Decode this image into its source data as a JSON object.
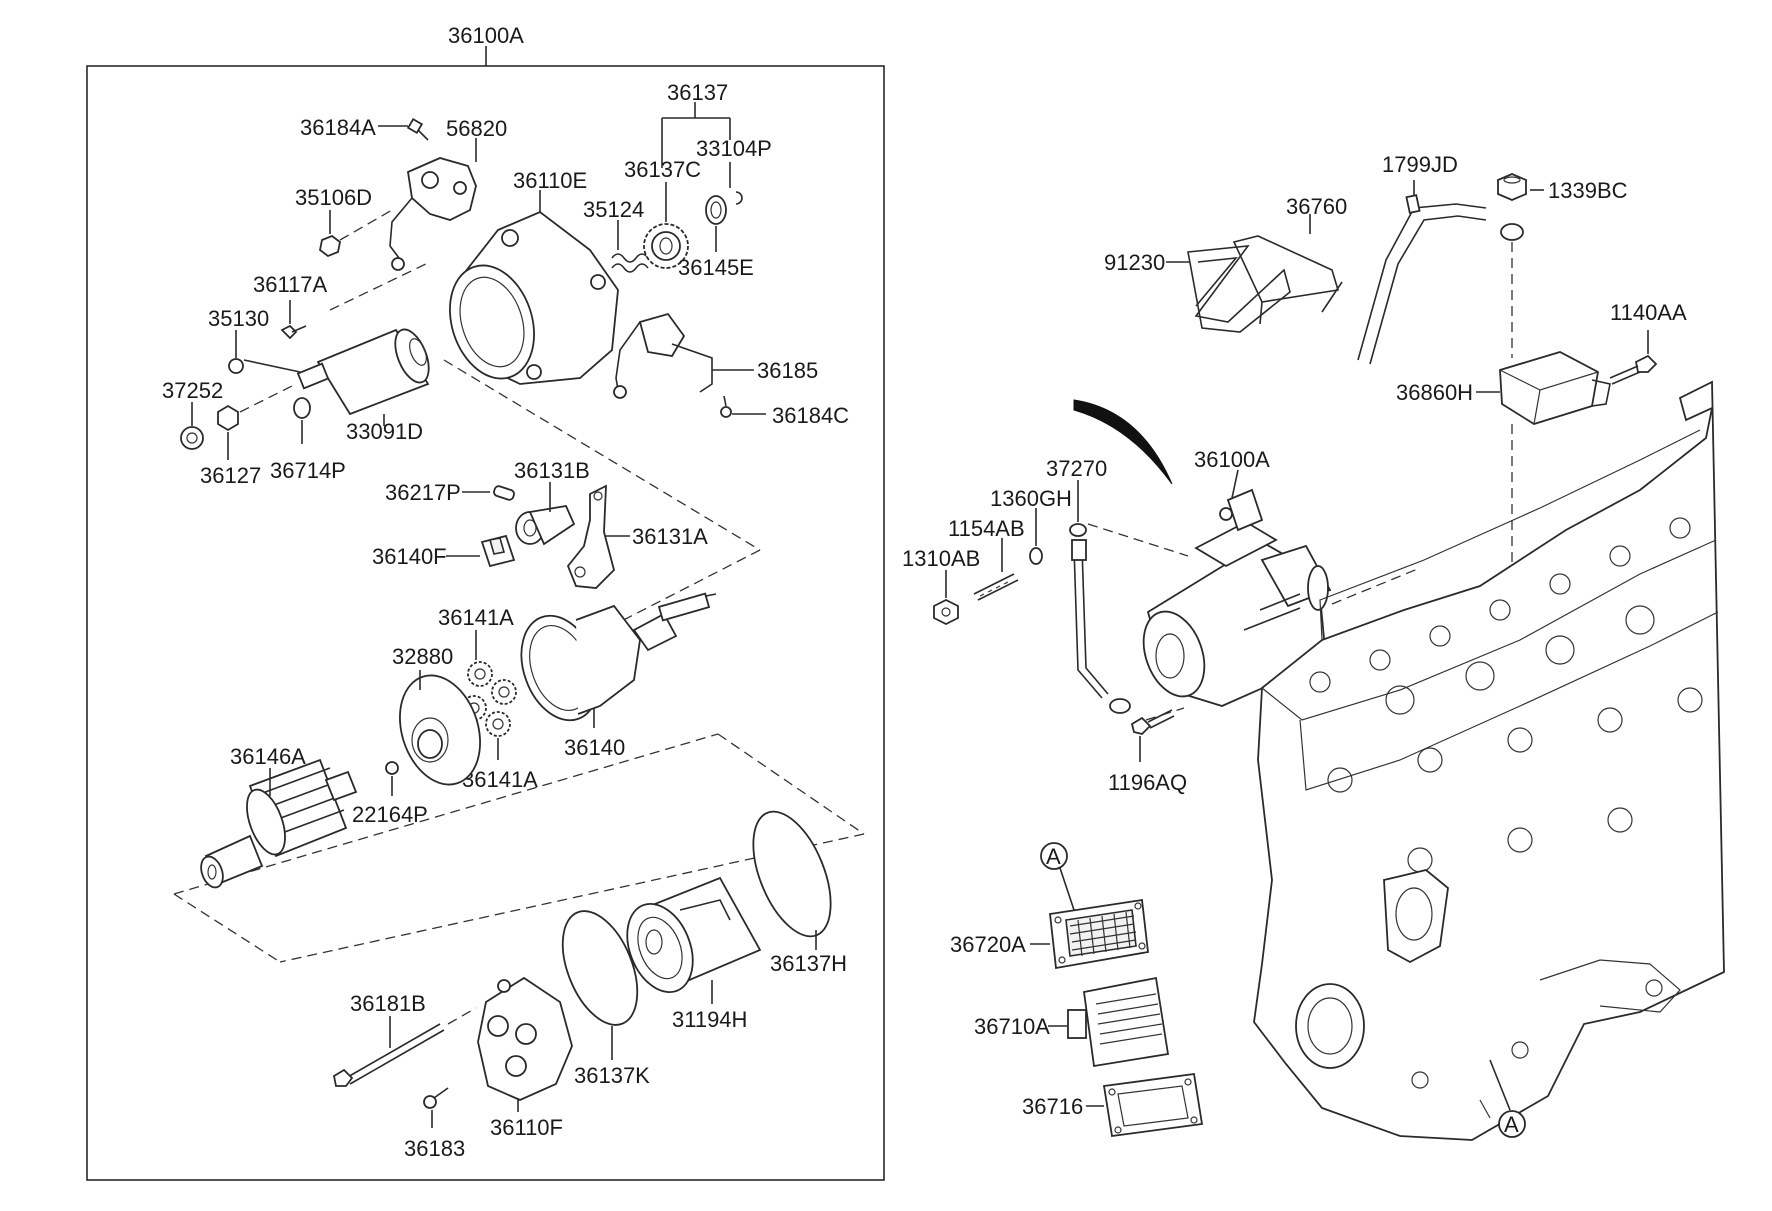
{
  "diagram": {
    "assembly_label": "36100A",
    "ref_marker": "A",
    "labels": {
      "l36100A_top": "36100A",
      "l36137": "36137",
      "l36184A": "36184A",
      "l56820": "56820",
      "l33104P": "33104P",
      "l36137C": "36137C",
      "l36110E": "36110E",
      "l35124": "35124",
      "l35106D": "35106D",
      "l36145E": "36145E",
      "l36117A": "36117A",
      "l35130": "35130",
      "l37252": "37252",
      "l36185": "36185",
      "l33091D": "33091D",
      "l36184C": "36184C",
      "l36127": "36127",
      "l36714P": "36714P",
      "l36131B": "36131B",
      "l36217P": "36217P",
      "l36131A": "36131A",
      "l36140F": "36140F",
      "l36141A_a": "36141A",
      "l32880": "32880",
      "l36140": "36140",
      "l36146A": "36146A",
      "l36141A_b": "36141A",
      "l22164P": "22164P",
      "l36137H": "36137H",
      "l36181B": "36181B",
      "l31194H": "31194H",
      "l36137K": "36137K",
      "l36110F": "36110F",
      "l36183": "36183",
      "l1799JD": "1799JD",
      "l1339BC": "1339BC",
      "l36760": "36760",
      "l91230": "91230",
      "l1140AA": "1140AA",
      "l36860H": "36860H",
      "l37270": "37270",
      "l36100A_right": "36100A",
      "l1360GH": "1360GH",
      "l1154AB": "1154AB",
      "l1310AB": "1310AB",
      "l1196AQ": "1196AQ",
      "l36720A": "36720A",
      "l36710A": "36710A",
      "l36716": "36716"
    }
  }
}
